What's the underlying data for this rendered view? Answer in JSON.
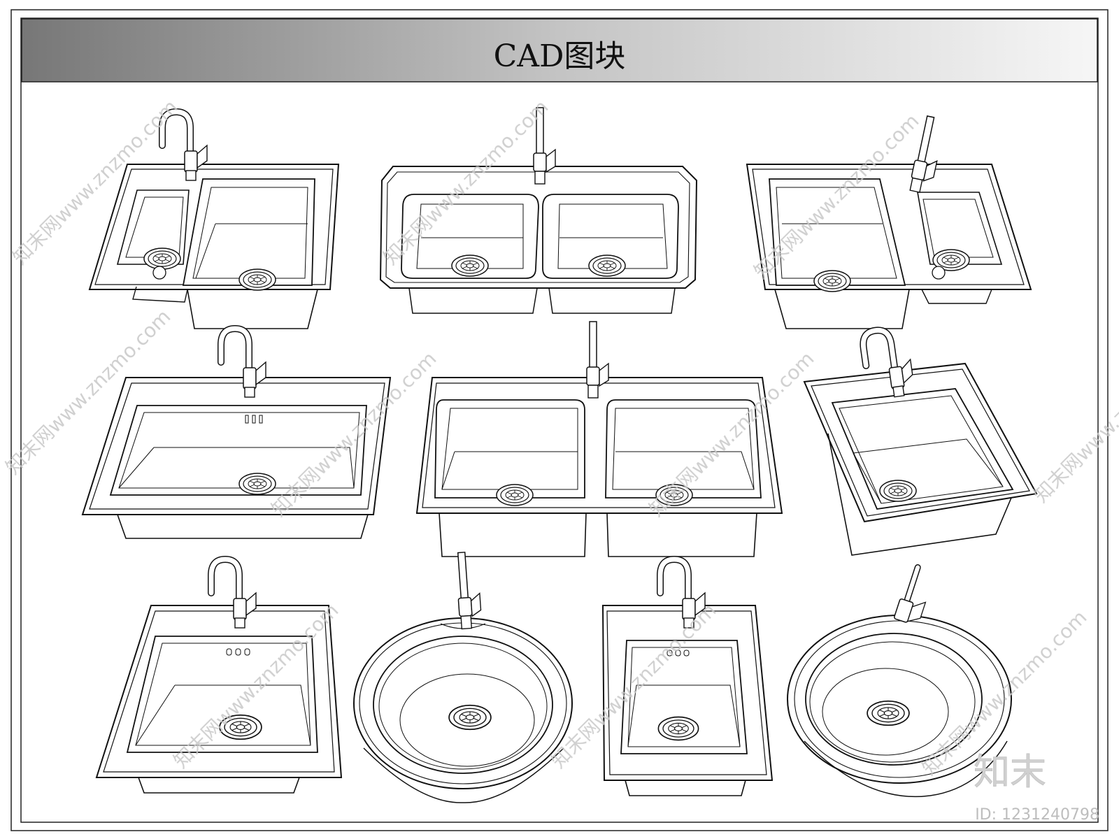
{
  "header": {
    "title": "CAD图块"
  },
  "watermark": {
    "text": "知末网www.znzmo.com",
    "logo": "知末"
  },
  "footer": {
    "id_label": "ID: 1231240798"
  },
  "colors": {
    "line": "#111111",
    "header_dark": "#7a7a7a",
    "header_light": "#f4f4f4",
    "watermark": "#c8c8c8"
  },
  "sinks": [
    {
      "name": "double-bowl-small-left"
    },
    {
      "name": "double-bowl-equal-rounded"
    },
    {
      "name": "double-bowl-small-right"
    },
    {
      "name": "single-bowl-rectangular"
    },
    {
      "name": "double-bowl-equal-square"
    },
    {
      "name": "single-bowl-square-tilted"
    },
    {
      "name": "single-bowl-square"
    },
    {
      "name": "round-bowl-large"
    },
    {
      "name": "single-bowl-small"
    },
    {
      "name": "round-bowl-tilted"
    }
  ]
}
